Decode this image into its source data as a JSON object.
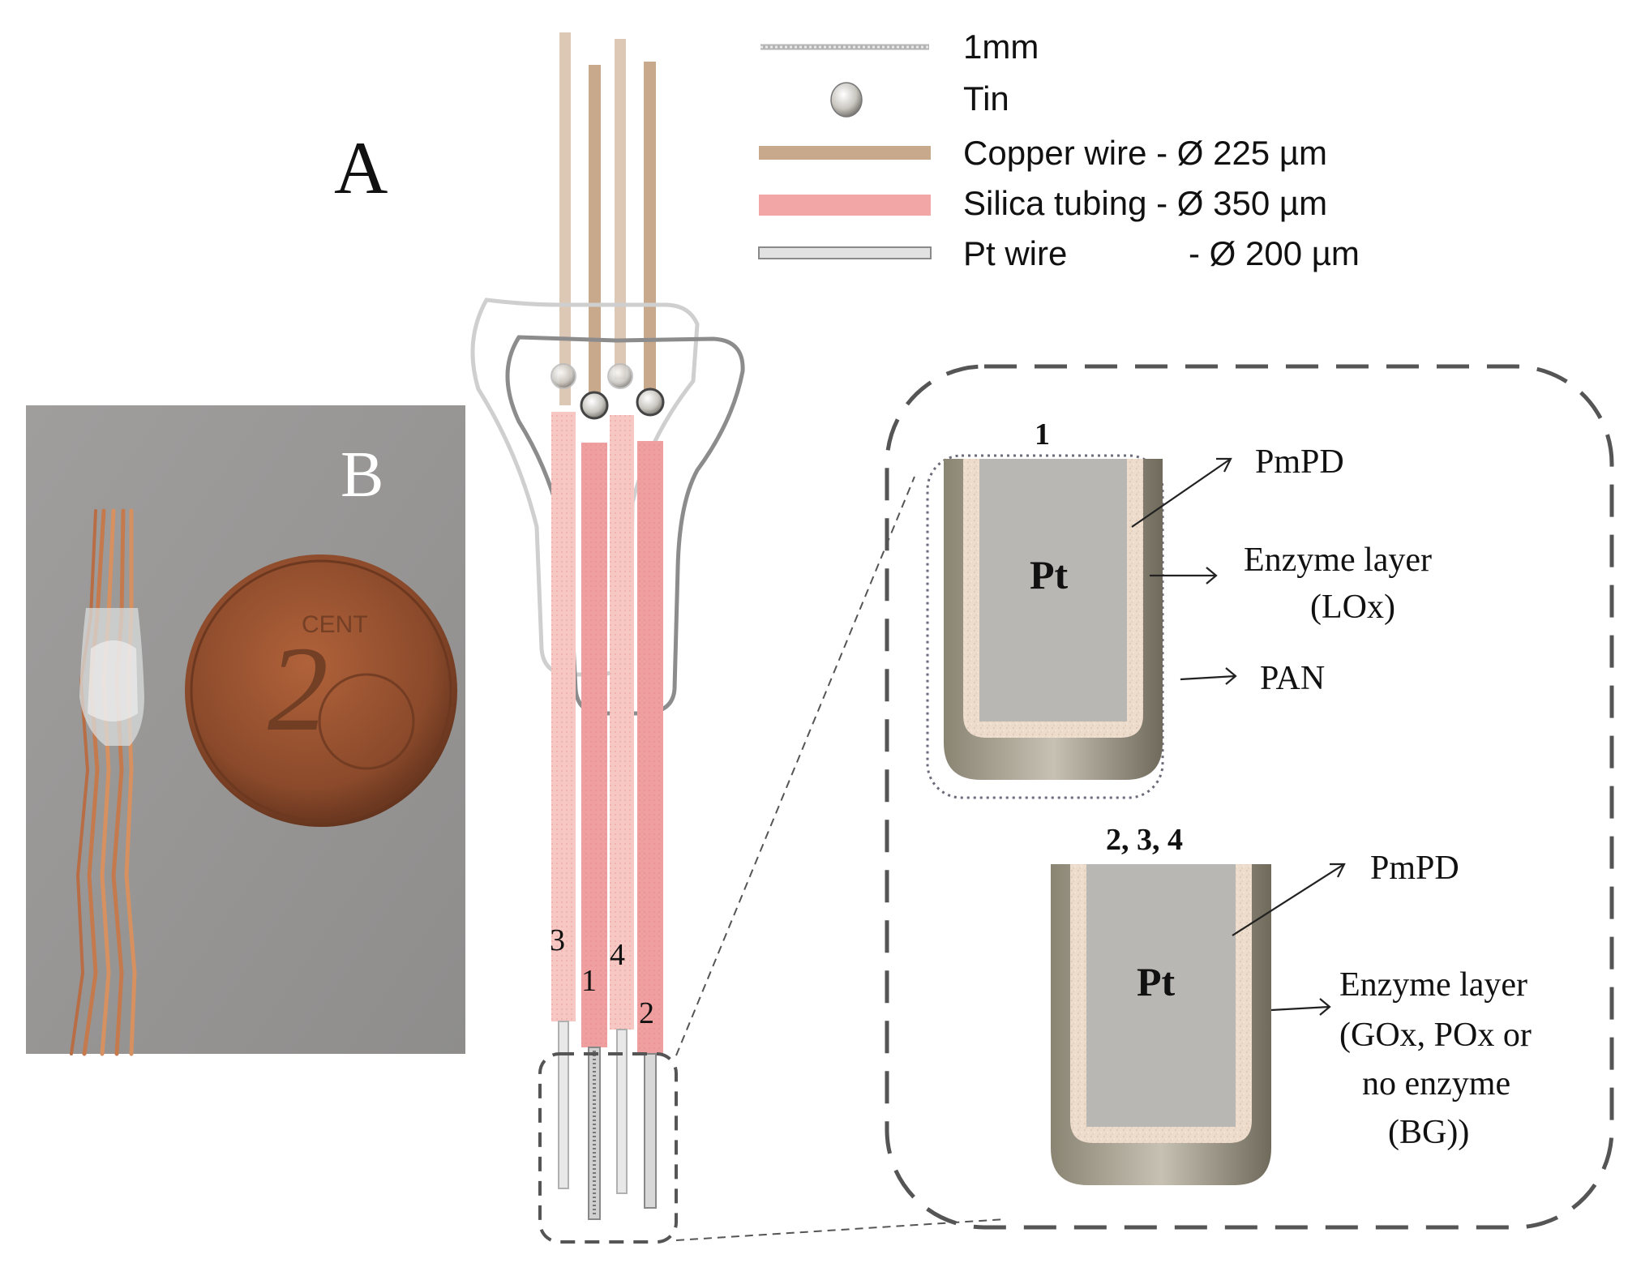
{
  "panel_labels": {
    "a": "A",
    "b": "B"
  },
  "legend": {
    "scale_label": "1mm",
    "tin_label": "Tin",
    "copper_label": "Copper wire - Ø 225 µm",
    "silica_label": "Silica tubing - Ø 350 µm",
    "pt_label": "Pt wire",
    "pt_size": "- Ø 200 µm"
  },
  "probe": {
    "numbers": [
      "3",
      "1",
      "4",
      "2"
    ]
  },
  "detail": {
    "electrode1": {
      "title": "1",
      "core": "Pt",
      "pmpd": "PmPD",
      "enzyme_line1": "Enzyme layer",
      "enzyme_line2": "(LOx)",
      "pan": "PAN"
    },
    "electrode234": {
      "title": "2, 3, 4",
      "core": "Pt",
      "pmpd": "PmPD",
      "enzyme_lines": [
        "Enzyme layer",
        "(GOx, POx or",
        "no enzyme",
        "(BG))"
      ]
    }
  },
  "photo": {
    "coin_numeral": "2",
    "coin_text": "CENT"
  },
  "colors": {
    "copper": "#c8a98c",
    "copper_light": "#ddc8b5",
    "silica": "#ef9f9f",
    "silica_light": "#f6c7c3",
    "pt": "#d8d8d8",
    "pt_core": "#b9b7b4",
    "enzyme_layer": "#ead9c8",
    "outer_layer": "#7a7463",
    "dashed": "#555555",
    "photo_bg": "#9a9898",
    "coin": "#8b4a2b"
  }
}
